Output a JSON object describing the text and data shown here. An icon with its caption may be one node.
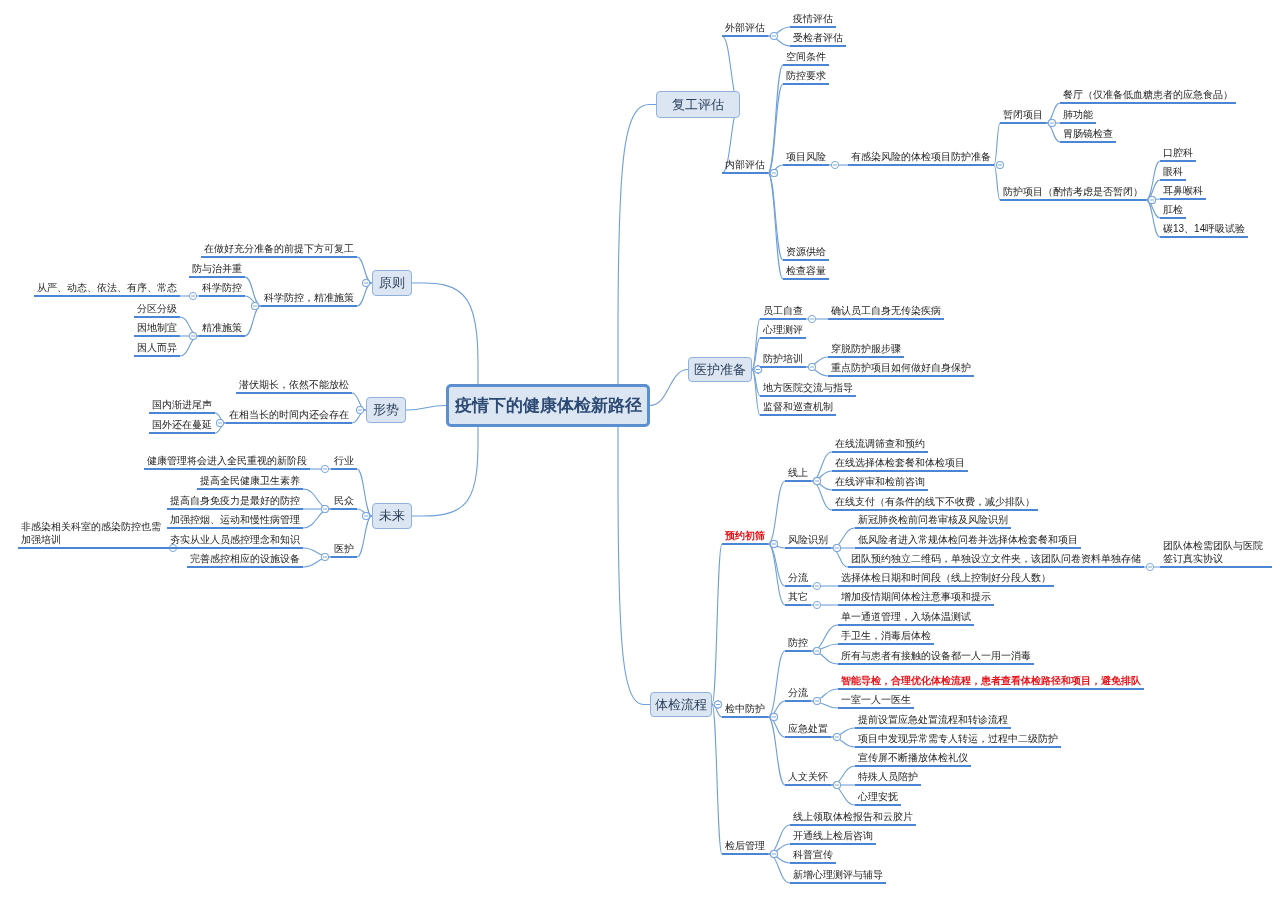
{
  "diagram": {
    "nodes": [
      {
        "text": [
          "疫情下的健康体检新路径"
        ]
      },
      {
        "text": [
          "复工评估"
        ]
      },
      {
        "text": [
          "外部评估"
        ]
      },
      {
        "text": [
          "疫情评估"
        ]
      },
      {
        "text": [
          "受检者评估"
        ]
      },
      {
        "text": [
          "内部评估"
        ]
      },
      {
        "text": [
          "空间条件"
        ]
      },
      {
        "text": [
          "防控要求"
        ]
      },
      {
        "text": [
          "项目风险"
        ]
      },
      {
        "text": [
          "有感染风险的体检项目防护准备"
        ]
      },
      {
        "text": [
          "暂闭项目"
        ]
      },
      {
        "text": [
          "餐厅（仅准备低血糖患者的应急食品）"
        ]
      },
      {
        "text": [
          "肺功能"
        ]
      },
      {
        "text": [
          "胃肠镜检查"
        ]
      },
      {
        "text": [
          "防护项目（酌情考虑是否暂闭）"
        ]
      },
      {
        "text": [
          "口腔科"
        ]
      },
      {
        "text": [
          "眼科"
        ]
      },
      {
        "text": [
          "耳鼻喉科"
        ]
      },
      {
        "text": [
          "肛检"
        ]
      },
      {
        "text": [
          "碳13、14呼吸试验"
        ]
      },
      {
        "text": [
          "资源供给"
        ]
      },
      {
        "text": [
          "检查容量"
        ]
      },
      {
        "text": [
          "医护准备"
        ]
      },
      {
        "text": [
          "员工自查"
        ]
      },
      {
        "text": [
          "确认员工自身无传染疾病"
        ]
      },
      {
        "text": [
          "心理测评"
        ]
      },
      {
        "text": [
          "防护培训"
        ]
      },
      {
        "text": [
          "穿脱防护服步骤"
        ]
      },
      {
        "text": [
          "重点防护项目如何做好自身保护"
        ]
      },
      {
        "text": [
          "地方医院交流与指导"
        ]
      },
      {
        "text": [
          "监督和巡查机制"
        ]
      },
      {
        "text": [
          "体检流程"
        ]
      },
      {
        "text": [
          "预约初筛"
        ]
      },
      {
        "text": [
          "线上"
        ]
      },
      {
        "text": [
          "在线流调筛查和预约"
        ]
      },
      {
        "text": [
          "在线选择体检套餐和体检项目"
        ]
      },
      {
        "text": [
          "在线评审和检前咨询"
        ]
      },
      {
        "text": [
          "在线支付（有条件的线下不收费，减少排队）"
        ]
      },
      {
        "text": [
          "风险识别"
        ]
      },
      {
        "text": [
          "新冠肺炎检前问卷审核及风险识别"
        ]
      },
      {
        "text": [
          "低风险者进入常规体检问卷并选择体检套餐和项目"
        ]
      },
      {
        "text": [
          "团队预约独立二维码，单独设立文件夹，该团队问卷资料单独存储"
        ]
      },
      {
        "text": [
          "团队体检需团队与医院签订真实协议"
        ]
      },
      {
        "text": [
          "分流"
        ]
      },
      {
        "text": [
          "选择体检日期和时间段（线上控制好分段人数）"
        ]
      },
      {
        "text": [
          "其它"
        ]
      },
      {
        "text": [
          "增加疫情期间体检注意事项和提示"
        ]
      },
      {
        "text": [
          "检中防护"
        ]
      },
      {
        "text": [
          "防控"
        ]
      },
      {
        "text": [
          "单一通道管理，入场体温测试"
        ]
      },
      {
        "text": [
          "手卫生，消毒后体检"
        ]
      },
      {
        "text": [
          "所有与患者有接触的设备都一人一用一消毒"
        ]
      },
      {
        "text": [
          "分流"
        ]
      },
      {
        "text": [
          "智能导检，合理优化体检流程，患者查看体检路径和项目，避免排队"
        ]
      },
      {
        "text": [
          "一室一人一医生"
        ]
      },
      {
        "text": [
          "应急处置"
        ]
      },
      {
        "text": [
          "提前设置应急处置流程和转诊流程"
        ]
      },
      {
        "text": [
          "项目中发现异常需专人转运，过程中二级防护"
        ]
      },
      {
        "text": [
          "人文关怀"
        ]
      },
      {
        "text": [
          "宣传屏不断播放体检礼仪"
        ]
      },
      {
        "text": [
          "特殊人员陪护"
        ]
      },
      {
        "text": [
          "心理安抚"
        ]
      },
      {
        "text": [
          "检后管理"
        ]
      },
      {
        "text": [
          "线上领取体检报告和云胶片"
        ]
      },
      {
        "text": [
          "开通线上检后咨询"
        ]
      },
      {
        "text": [
          "科普宣传"
        ]
      },
      {
        "text": [
          "新增心理测评与辅导"
        ]
      },
      {
        "text": [
          "原则"
        ]
      },
      {
        "text": [
          "在做好充分准备的前提下方可复工"
        ]
      },
      {
        "text": [
          "科学防控，精准施策"
        ]
      },
      {
        "text": [
          "防与治并重"
        ]
      },
      {
        "text": [
          "科学防控"
        ]
      },
      {
        "text": [
          "从严、动态、依法、有序、常态"
        ]
      },
      {
        "text": [
          "精准施策"
        ]
      },
      {
        "text": [
          "分区分级"
        ]
      },
      {
        "text": [
          "因地制宜"
        ]
      },
      {
        "text": [
          "因人而异"
        ]
      },
      {
        "text": [
          "形势"
        ]
      },
      {
        "text": [
          "潜伏期长，依然不能放松"
        ]
      },
      {
        "text": [
          "在相当长的时间内还会存在"
        ]
      },
      {
        "text": [
          "国内渐进尾声"
        ]
      },
      {
        "text": [
          "国外还在蔓延"
        ]
      },
      {
        "text": [
          "未来"
        ]
      },
      {
        "text": [
          "行业"
        ]
      },
      {
        "text": [
          "健康管理将会进入全民重视的新阶段"
        ]
      },
      {
        "text": [
          "民众"
        ]
      },
      {
        "text": [
          "提高全民健康卫生素养"
        ]
      },
      {
        "text": [
          "提高自身免疫力是最好的防控"
        ]
      },
      {
        "text": [
          "加强控烟、运动和慢性病管理"
        ]
      },
      {
        "text": [
          "医护"
        ]
      },
      {
        "text": [
          "夯实从业人员感控理念和知识"
        ]
      },
      {
        "text": [
          "非感染相关科室的感染防控也需加强培训"
        ]
      },
      {
        "text": [
          "完善感控相应的设施设备"
        ]
      }
    ],
    "edges": [
      {
        "from": 0,
        "to": 1,
        "arrow": "none"
      },
      {
        "from": 0,
        "to": 22,
        "arrow": "none"
      },
      {
        "from": 0,
        "to": 31,
        "arrow": "none"
      },
      {
        "from": 0,
        "to": 67,
        "arrow": "none"
      },
      {
        "from": 0,
        "to": 77,
        "arrow": "none"
      },
      {
        "from": 0,
        "to": 82,
        "arrow": "none"
      },
      {
        "from": 1,
        "to": 2,
        "arrow": "other"
      },
      {
        "from": 2,
        "to": 3,
        "arrow": "other"
      },
      {
        "from": 2,
        "to": 4,
        "arrow": "other"
      },
      {
        "from": 1,
        "to": 5,
        "arrow": "other"
      },
      {
        "from": 5,
        "to": 6,
        "arrow": "other"
      },
      {
        "from": 5,
        "to": 7,
        "arrow": "other"
      },
      {
        "from": 5,
        "to": 8,
        "arrow": "other"
      },
      {
        "from": 8,
        "to": 9,
        "arrow": "other"
      },
      {
        "from": 9,
        "to": 10,
        "arrow": "other"
      },
      {
        "from": 10,
        "to": 11,
        "arrow": "other"
      },
      {
        "from": 10,
        "to": 12,
        "arrow": "other"
      },
      {
        "from": 10,
        "to": 13,
        "arrow": "other"
      },
      {
        "from": 9,
        "to": 14,
        "arrow": "other"
      },
      {
        "from": 14,
        "to": 15,
        "arrow": "other"
      },
      {
        "from": 14,
        "to": 16,
        "arrow": "other"
      },
      {
        "from": 14,
        "to": 17,
        "arrow": "other"
      },
      {
        "from": 14,
        "to": 18,
        "arrow": "other"
      },
      {
        "from": 14,
        "to": 19,
        "arrow": "other"
      },
      {
        "from": 5,
        "to": 20,
        "arrow": "other"
      },
      {
        "from": 5,
        "to": 21,
        "arrow": "other"
      },
      {
        "from": 22,
        "to": 23,
        "arrow": "other"
      },
      {
        "from": 23,
        "to": 24,
        "arrow": "other"
      },
      {
        "from": 22,
        "to": 25,
        "arrow": "other"
      },
      {
        "from": 22,
        "to": 26,
        "arrow": "other"
      },
      {
        "from": 26,
        "to": 27,
        "arrow": "other"
      },
      {
        "from": 26,
        "to": 28,
        "arrow": "other"
      },
      {
        "from": 22,
        "to": 29,
        "arrow": "other"
      },
      {
        "from": 22,
        "to": 30,
        "arrow": "other"
      },
      {
        "from": 31,
        "to": 32,
        "arrow": "other"
      },
      {
        "from": 32,
        "to": 33,
        "arrow": "other"
      },
      {
        "from": 33,
        "to": 34,
        "arrow": "other"
      },
      {
        "from": 33,
        "to": 35,
        "arrow": "other"
      },
      {
        "from": 33,
        "to": 36,
        "arrow": "other"
      },
      {
        "from": 33,
        "to": 37,
        "arrow": "other"
      },
      {
        "from": 32,
        "to": 38,
        "arrow": "other"
      },
      {
        "from": 38,
        "to": 39,
        "arrow": "other"
      },
      {
        "from": 38,
        "to": 40,
        "arrow": "other"
      },
      {
        "from": 38,
        "to": 41,
        "arrow": "other"
      },
      {
        "from": 41,
        "to": 42,
        "arrow": "other"
      },
      {
        "from": 32,
        "to": 43,
        "arrow": "other"
      },
      {
        "from": 43,
        "to": 44,
        "arrow": "other"
      },
      {
        "from": 32,
        "to": 45,
        "arrow": "other"
      },
      {
        "from": 45,
        "to": 46,
        "arrow": "other"
      },
      {
        "from": 31,
        "to": 47,
        "arrow": "other"
      },
      {
        "from": 47,
        "to": 48,
        "arrow": "other"
      },
      {
        "from": 48,
        "to": 49,
        "arrow": "other"
      },
      {
        "from": 48,
        "to": 50,
        "arrow": "other"
      },
      {
        "from": 48,
        "to": 51,
        "arrow": "other"
      },
      {
        "from": 47,
        "to": 52,
        "arrow": "other"
      },
      {
        "from": 52,
        "to": 53,
        "arrow": "other"
      },
      {
        "from": 52,
        "to": 54,
        "arrow": "other"
      },
      {
        "from": 47,
        "to": 55,
        "arrow": "other"
      },
      {
        "from": 55,
        "to": 56,
        "arrow": "other"
      },
      {
        "from": 55,
        "to": 57,
        "arrow": "other"
      },
      {
        "from": 47,
        "to": 58,
        "arrow": "other"
      },
      {
        "from": 58,
        "to": 59,
        "arrow": "other"
      },
      {
        "from": 58,
        "to": 60,
        "arrow": "other"
      },
      {
        "from": 58,
        "to": 61,
        "arrow": "other"
      },
      {
        "from": 31,
        "to": 62,
        "arrow": "other"
      },
      {
        "from": 62,
        "to": 63,
        "arrow": "other"
      },
      {
        "from": 62,
        "to": 64,
        "arrow": "other"
      },
      {
        "from": 62,
        "to": 65,
        "arrow": "other"
      },
      {
        "from": 62,
        "to": 66,
        "arrow": "other"
      },
      {
        "from": 67,
        "to": 68,
        "arrow": "other"
      },
      {
        "from": 67,
        "to": 69,
        "arrow": "other"
      },
      {
        "from": 69,
        "to": 70,
        "arrow": "other"
      },
      {
        "from": 69,
        "to": 71,
        "arrow": "other"
      },
      {
        "from": 71,
        "to": 72,
        "arrow": "other"
      },
      {
        "from": 69,
        "to": 73,
        "arrow": "other"
      },
      {
        "from": 73,
        "to": 74,
        "arrow": "other"
      },
      {
        "from": 73,
        "to": 75,
        "arrow": "other"
      },
      {
        "from": 73,
        "to": 76,
        "arrow": "other"
      },
      {
        "from": 77,
        "to": 78,
        "arrow": "other"
      },
      {
        "from": 77,
        "to": 79,
        "arrow": "other"
      },
      {
        "from": 79,
        "to": 80,
        "arrow": "other"
      },
      {
        "from": 79,
        "to": 81,
        "arrow": "other"
      },
      {
        "from": 82,
        "to": 83,
        "arrow": "other"
      },
      {
        "from": 83,
        "to": 84,
        "arrow": "other"
      },
      {
        "from": 82,
        "to": 85,
        "arrow": "other"
      },
      {
        "from": 85,
        "to": 86,
        "arrow": "other"
      },
      {
        "from": 85,
        "to": 87,
        "arrow": "other"
      },
      {
        "from": 85,
        "to": 88,
        "arrow": "other"
      },
      {
        "from": 82,
        "to": 89,
        "arrow": "other"
      },
      {
        "from": 89,
        "to": 90,
        "arrow": "other"
      },
      {
        "from": 90,
        "to": 91,
        "arrow": "other"
      },
      {
        "from": 89,
        "to": 92,
        "arrow": "other"
      }
    ]
  }
}
